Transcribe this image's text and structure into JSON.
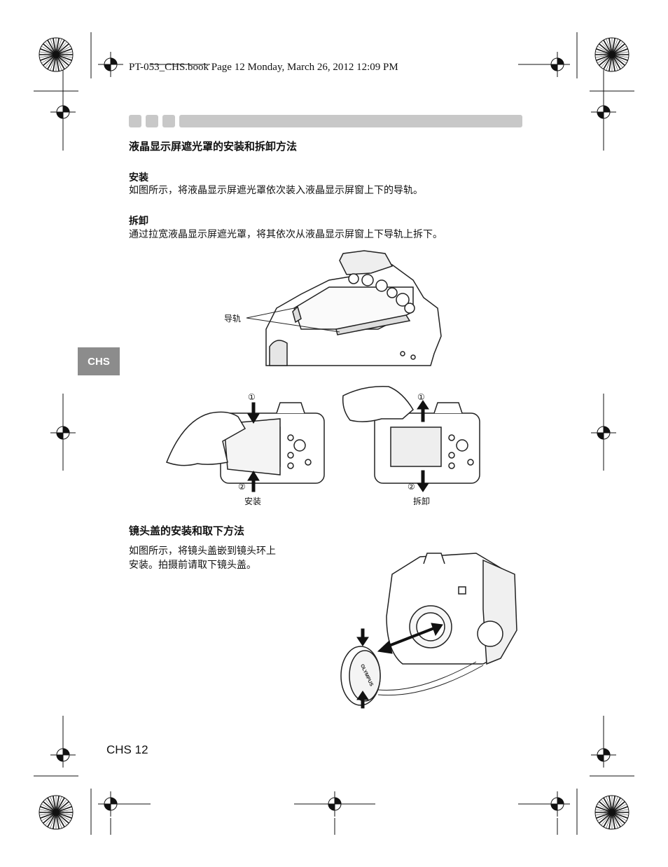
{
  "header": {
    "book_line": "PT-053_CHS.book  Page 12  Monday, March 26, 2012  12:09 PM"
  },
  "section1": {
    "title": "液晶显示屏遮光罩的安装和拆卸方法",
    "install": {
      "heading": "安装",
      "text": "如图所示，将液晶显示屏遮光罩依次装入液晶显示屏窗上下的导轨。"
    },
    "remove": {
      "heading": "拆卸",
      "text": "通过拉宽液晶显示屏遮光罩，将其依次从液晶显示屏窗上下导轨上拆下。"
    },
    "figure_top": {
      "rail_label": "导轨"
    },
    "figure_mid": {
      "left_caption": "安装",
      "right_caption": "拆卸",
      "step1": "①",
      "step2": "②",
      "step1_b": "①",
      "step2_b": "②"
    }
  },
  "section2": {
    "title": "镜头盖的安装和取下方法",
    "text_line1": "如图所示，将镜头盖嵌到镜头环上",
    "text_line2": "安装。拍摄前请取下镜头盖。",
    "lens_cap_brand": "OLYMPUS"
  },
  "side_tab": {
    "label": "CHS"
  },
  "footer": {
    "page_number": "CHS 12"
  },
  "colors": {
    "tab_gray": "#8c8c8c",
    "bar_gray": "#c8c8c8",
    "ink": "#111111"
  }
}
